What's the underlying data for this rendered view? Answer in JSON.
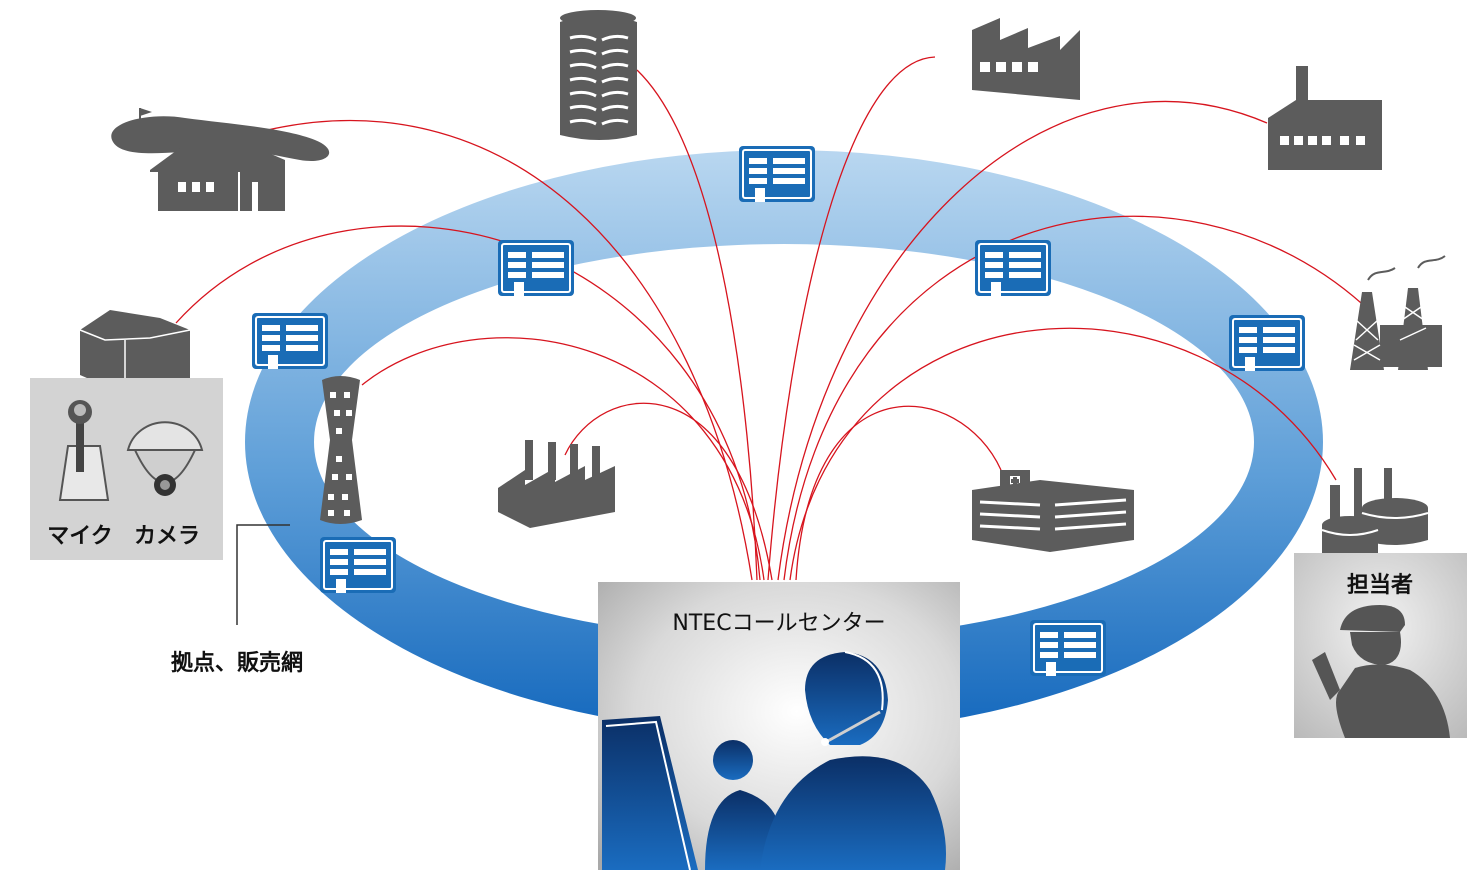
{
  "labels": {
    "call_center": "NTECコールセンター",
    "mic": "マイク",
    "camera": "カメラ",
    "network": "拠点、販売網",
    "staff": "担当者"
  },
  "colors": {
    "ring_light": "#b4d4ee",
    "ring_dark": "#1b74c4",
    "link_line": "#d7141e",
    "building_icon": "#1a6cb6",
    "silhouette_gray": "#5c5c5c",
    "panel_gray": "#cfcfcf",
    "operator_navy": "#0c3a78"
  },
  "icons": [
    "golf-course-icon",
    "high-rise-icon",
    "factory-sawtooth-icon",
    "factory-chimney-icon",
    "plant-towers-icon",
    "storage-tanks-icon",
    "hospital-icon",
    "factory-small-icon",
    "tower-icon",
    "house-icon",
    "office-building-icon",
    "microphone-icon",
    "camera-icon",
    "operator-silhouette-icon",
    "staff-silhouette-icon"
  ]
}
